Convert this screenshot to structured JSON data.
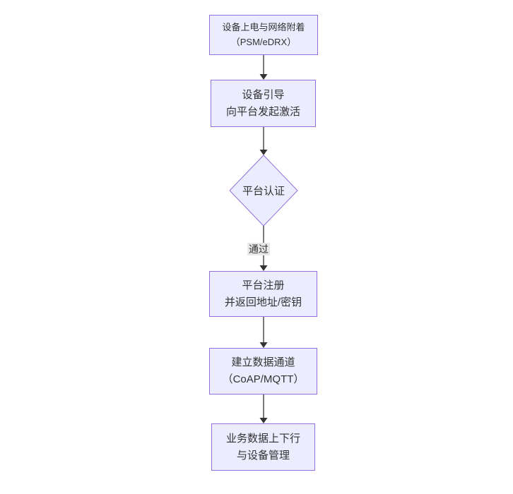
{
  "diagram": {
    "type": "flowchart",
    "direction": "top-down",
    "colors": {
      "node_fill": "#ECECFF",
      "node_stroke": "#9370DB",
      "edge_color": "#333333",
      "text_color": "#333333",
      "edge_label_bg": "#e8e8e8",
      "background": "#ffffff"
    },
    "nodes": [
      {
        "id": "power-attach",
        "shape": "rect",
        "lines": [
          "设备上电与网络附着",
          "（PSM/eDRX）"
        ]
      },
      {
        "id": "bootstrap",
        "shape": "rect",
        "lines": [
          "设备引导",
          "向平台发起激活"
        ]
      },
      {
        "id": "platform-auth",
        "shape": "diamond",
        "lines": [
          "平台认证"
        ]
      },
      {
        "id": "register",
        "shape": "rect",
        "lines": [
          "平台注册",
          "并返回地址/密钥"
        ]
      },
      {
        "id": "data-channel",
        "shape": "rect",
        "lines": [
          "建立数据通道",
          "（CoAP/MQTT）"
        ]
      },
      {
        "id": "business-data",
        "shape": "rect",
        "lines": [
          "业务数据上下行",
          "与设备管理"
        ]
      }
    ],
    "edges": [
      {
        "from": "power-attach",
        "to": "bootstrap",
        "label": ""
      },
      {
        "from": "bootstrap",
        "to": "platform-auth",
        "label": ""
      },
      {
        "from": "platform-auth",
        "to": "register",
        "label": "通过"
      },
      {
        "from": "register",
        "to": "data-channel",
        "label": ""
      },
      {
        "from": "data-channel",
        "to": "business-data",
        "label": ""
      }
    ]
  }
}
